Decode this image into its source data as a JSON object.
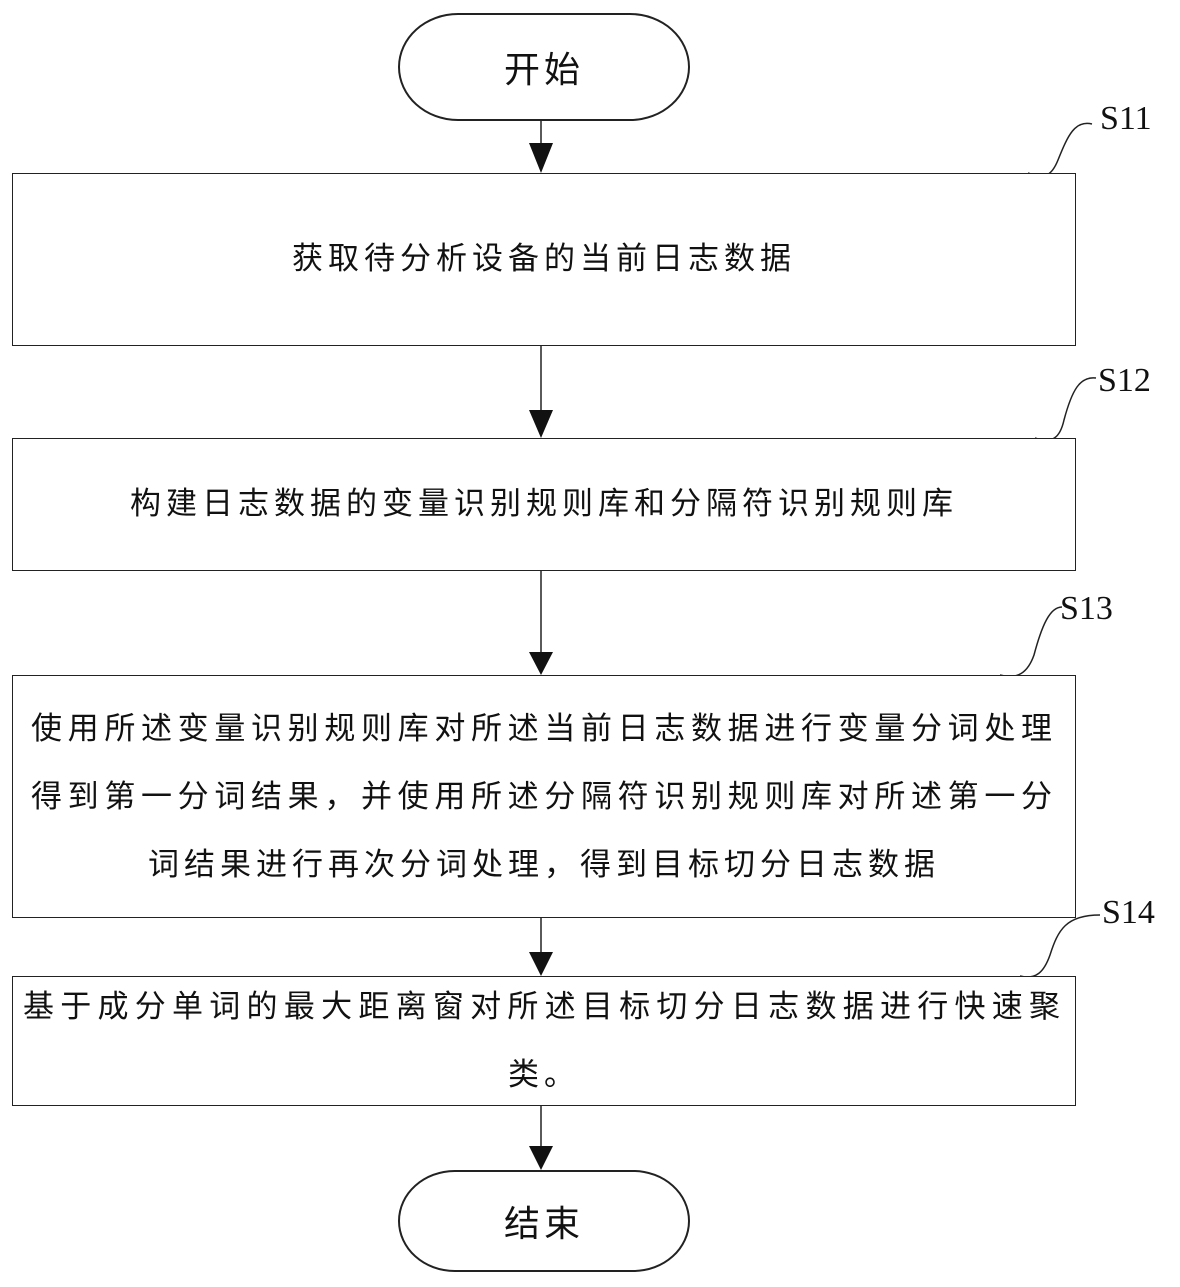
{
  "flowchart": {
    "start": "开始",
    "end": "结束",
    "steps": [
      {
        "id": "S11",
        "text": "获取待分析设备的当前日志数据"
      },
      {
        "id": "S12",
        "text": "构建日志数据的变量识别规则库和分隔符识别规则库"
      },
      {
        "id": "S13",
        "text": "使用所述变量识别规则库对所述当前日志数据进行变量分词处理得到第一分词结果，并使用所述分隔符识别规则库对所述第一分词结果进行再次分词处理，得到目标切分日志数据"
      },
      {
        "id": "S14",
        "text": "基于成分单词的最大距离窗对所述目标切分日志数据进行快速聚类。"
      }
    ]
  }
}
